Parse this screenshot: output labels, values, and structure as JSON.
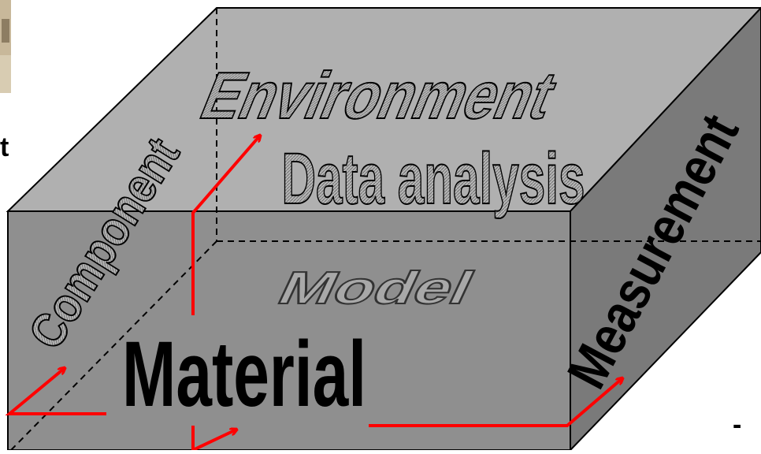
{
  "diagram": {
    "labels": {
      "environment": "Environment",
      "data_analysis": "Data analysis",
      "component": "Component",
      "model": "Model",
      "measurement": "Measurement",
      "material": "Material"
    },
    "edge_fragments": {
      "left_letter": "t",
      "right_dash": "-"
    }
  },
  "colors": {
    "top_face": "#b0b0b0",
    "front_face": "#8f8f8f",
    "right_face": "#7a7a7a",
    "arrows": "#ff0000",
    "outline": "#000000",
    "hatched_text": "#a8a8a8"
  }
}
